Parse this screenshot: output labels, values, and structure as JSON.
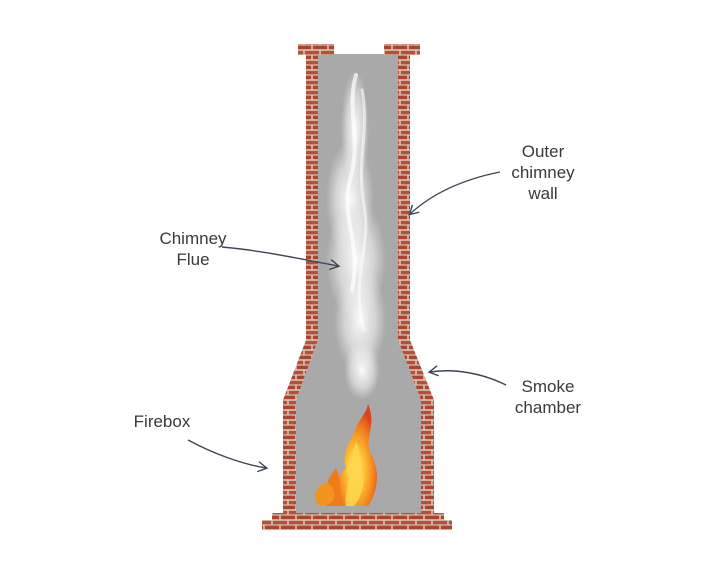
{
  "labels": {
    "outer_wall": [
      "Outer",
      "chimney",
      "wall"
    ],
    "flue": [
      "Chimney",
      "Flue"
    ],
    "smoke_chamber": [
      "Smoke",
      "chamber"
    ],
    "firebox": [
      "Firebox"
    ]
  },
  "colors": {
    "brick": "#b5503a",
    "brick_dark": "#8c3a2a",
    "mortar": "#d9c6b8",
    "interior": "#a9a9a9",
    "smoke": "#f2f2f2",
    "flame_outer": "#e8591a",
    "flame_inner": "#ffc233",
    "arrow": "#3d4656"
  }
}
